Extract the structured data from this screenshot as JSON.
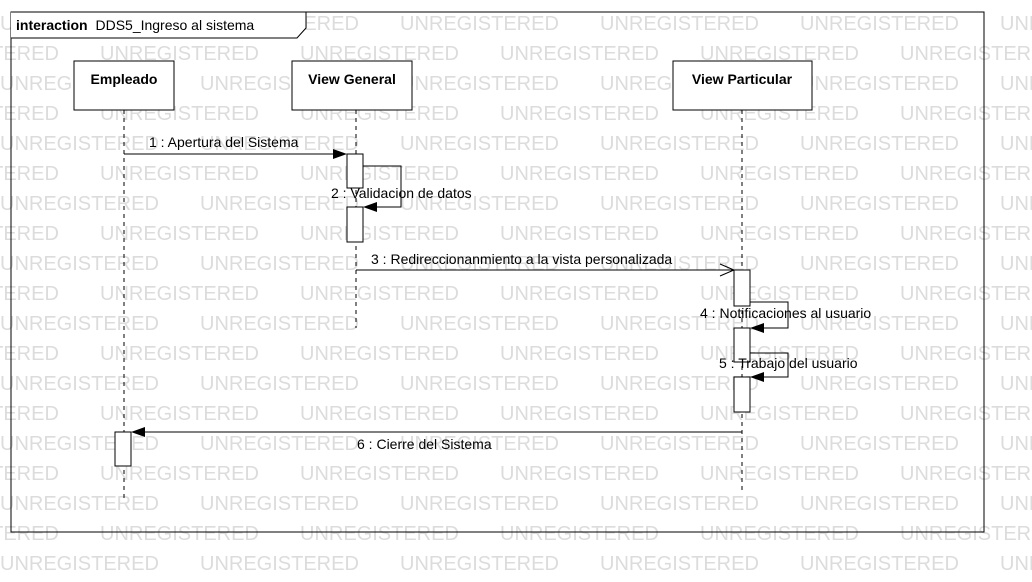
{
  "frame": {
    "keyword": "interaction",
    "name": "DDS5_Ingreso al sistema"
  },
  "watermark": "UNREGISTERED",
  "lifelines": [
    {
      "id": "empleado",
      "label": "Empleado"
    },
    {
      "id": "view_general",
      "label": "View General"
    },
    {
      "id": "view_particular",
      "label": "View Particular"
    }
  ],
  "messages": [
    {
      "label": "1 : Apertura del Sistema",
      "from": "empleado",
      "to": "view_general",
      "kind": "sync"
    },
    {
      "label": "2 : Validacion de datos",
      "from": "view_general",
      "to": "view_general",
      "kind": "self"
    },
    {
      "label": "3 : Redireccionanmiento a la vista personalizada",
      "from": "view_general",
      "to": "view_particular",
      "kind": "async"
    },
    {
      "label": "4 : Notificaciones al usuario",
      "from": "view_particular",
      "to": "view_particular",
      "kind": "self"
    },
    {
      "label": "5 : Trabajo del usuario",
      "from": "view_particular",
      "to": "view_particular",
      "kind": "self"
    },
    {
      "label": "6 : Cierre del Sistema",
      "from": "view_particular",
      "to": "empleado",
      "kind": "sync"
    }
  ]
}
